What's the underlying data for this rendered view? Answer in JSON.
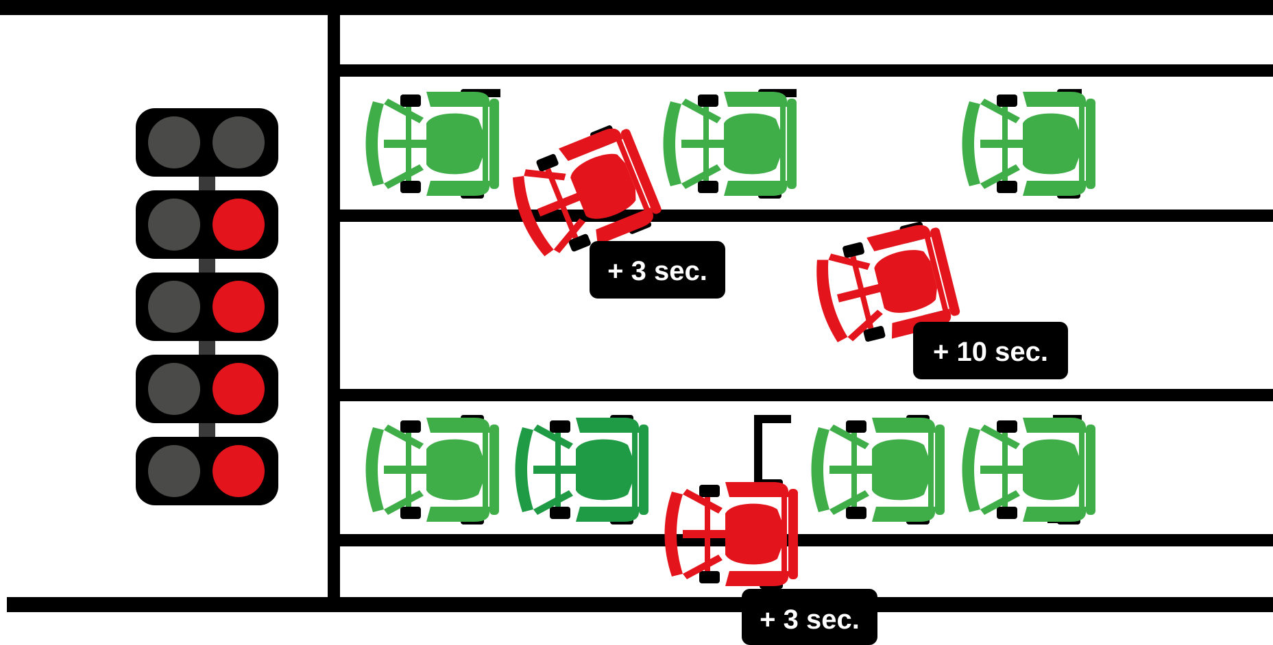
{
  "colors": {
    "line": "#000000",
    "background": "#ffffff",
    "kart_ok": "#3fae49",
    "kart_ok_dark": "#1f9a45",
    "kart_penalty": "#e3141b",
    "tyre": "#000000",
    "lamp_off": "#4a4a48",
    "lamp_on": "#e3141b",
    "light_housing": "#000000"
  },
  "start_lights": {
    "icon": "start-light-gantry",
    "rows": [
      {
        "left": "off",
        "right": "off"
      },
      {
        "left": "off",
        "right": "on"
      },
      {
        "left": "off",
        "right": "on"
      },
      {
        "left": "off",
        "right": "on"
      },
      {
        "left": "off",
        "right": "on"
      }
    ]
  },
  "karts": [
    {
      "id": "kart-row1-a",
      "status": "ok",
      "icon": "go-kart-icon"
    },
    {
      "id": "kart-row1-b",
      "status": "ok",
      "icon": "go-kart-icon"
    },
    {
      "id": "kart-row1-c",
      "status": "ok",
      "icon": "go-kart-icon"
    },
    {
      "id": "kart-crossing-1",
      "status": "penalty",
      "icon": "go-kart-icon"
    },
    {
      "id": "kart-middle",
      "status": "penalty",
      "icon": "go-kart-icon"
    },
    {
      "id": "kart-row3-a",
      "status": "ok",
      "icon": "go-kart-icon"
    },
    {
      "id": "kart-row3-b",
      "status": "ok",
      "icon": "go-kart-icon"
    },
    {
      "id": "kart-row3-c",
      "status": "ok",
      "icon": "go-kart-icon"
    },
    {
      "id": "kart-row3-d",
      "status": "ok",
      "icon": "go-kart-icon"
    },
    {
      "id": "kart-crossing-2",
      "status": "penalty",
      "icon": "go-kart-icon"
    }
  ],
  "penalties": [
    {
      "label": "+ 3 sec."
    },
    {
      "label": "+ 10 sec."
    },
    {
      "label": "+ 3 sec."
    }
  ]
}
